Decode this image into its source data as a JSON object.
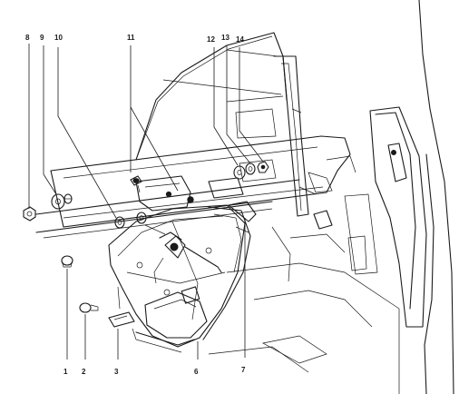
{
  "callouts": {
    "c1": "1",
    "c2": "2",
    "c3": "3",
    "c6": "6",
    "c7": "7",
    "c8": "8",
    "c9": "9",
    "c10": "10",
    "c11": "11",
    "c12": "12",
    "c13": "13",
    "c14": "14"
  }
}
